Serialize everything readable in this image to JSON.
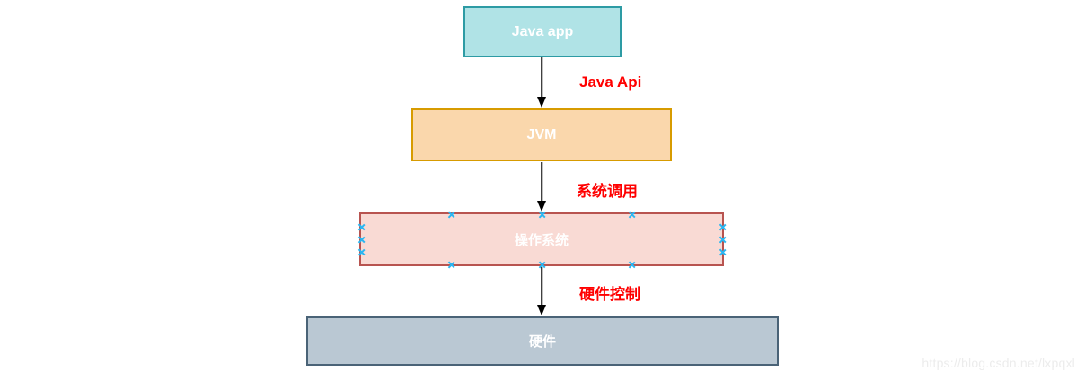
{
  "diagram": {
    "nodes": [
      {
        "name": "java-app",
        "label": "Java app",
        "fill": "#B0E3E6",
        "stroke": "#2D9BA4",
        "text_color": "#FFFFFF"
      },
      {
        "name": "jvm",
        "label": "JVM",
        "fill": "#FAD7AC",
        "stroke": "#D79B00",
        "text_color": "#FFFFFF"
      },
      {
        "name": "os",
        "label": "操作系统",
        "fill": "#F9DAD4",
        "stroke": "#B85450",
        "text_color": "#FFFFFF",
        "connection_points_visible": true
      },
      {
        "name": "hardware",
        "label": "硬件",
        "fill": "#BAC8D3",
        "stroke": "#4A6377",
        "text_color": "#FFFFFF"
      }
    ],
    "edges": [
      {
        "from": "java-app",
        "to": "jvm",
        "label": "Java Api",
        "label_color": "#FF0000"
      },
      {
        "from": "jvm",
        "to": "os",
        "label": "系统调用",
        "label_color": "#FF0000"
      },
      {
        "from": "os",
        "to": "hardware",
        "label": "硬件控制",
        "label_color": "#FF0000"
      }
    ],
    "arrow_color": "#000000",
    "connection_point_color": "#29B6F2"
  },
  "watermark": {
    "text": "https://blog.csdn.net/lxpqxl",
    "color": "#ECECEC"
  }
}
